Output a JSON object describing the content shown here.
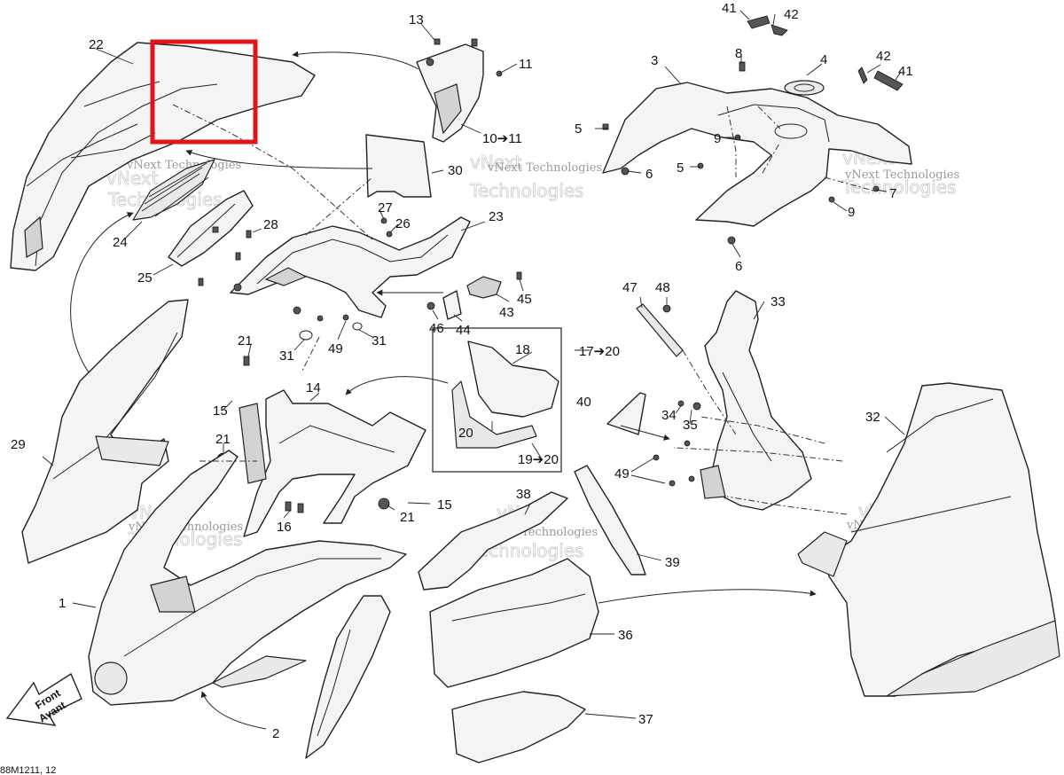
{
  "diagram": {
    "diagram_code": "88M1211, 12",
    "front_label": [
      "Front",
      "Avant"
    ],
    "watermark": [
      "vNext Technologies",
      "vNext",
      "Technologies"
    ],
    "highlight_color": "#e0141b",
    "callouts": {
      "c1": "1",
      "c2": "2",
      "c3": "3",
      "c4": "4",
      "c5a": "5",
      "c5b": "5",
      "c6a": "6",
      "c6b": "6",
      "c7": "7",
      "c8": "8",
      "c9a": "9",
      "c9b": "9",
      "c10": "10➔11",
      "c11": "11",
      "c13": "13",
      "c14": "14",
      "c15a": "15",
      "c15b": "15",
      "c16": "16",
      "c17": "17➔20",
      "c18": "18",
      "c19": "19➔20",
      "c20": "20",
      "c21a": "21",
      "c21b": "21",
      "c21c": "21",
      "c22": "22",
      "c23": "23",
      "c24": "24",
      "c25": "25",
      "c26": "26",
      "c27": "27",
      "c28": "28",
      "c29": "29",
      "c30": "30",
      "c31a": "31",
      "c31b": "31",
      "c32": "32",
      "c33": "33",
      "c34": "34",
      "c35": "35",
      "c36": "36",
      "c37": "37",
      "c38": "38",
      "c39": "39",
      "c40": "40",
      "c41a": "41",
      "c41b": "41",
      "c42a": "42",
      "c42b": "42",
      "c43": "43",
      "c44": "44",
      "c45": "45",
      "c46": "46",
      "c47": "47",
      "c48": "48",
      "c49a": "49",
      "c49b": "49"
    }
  }
}
